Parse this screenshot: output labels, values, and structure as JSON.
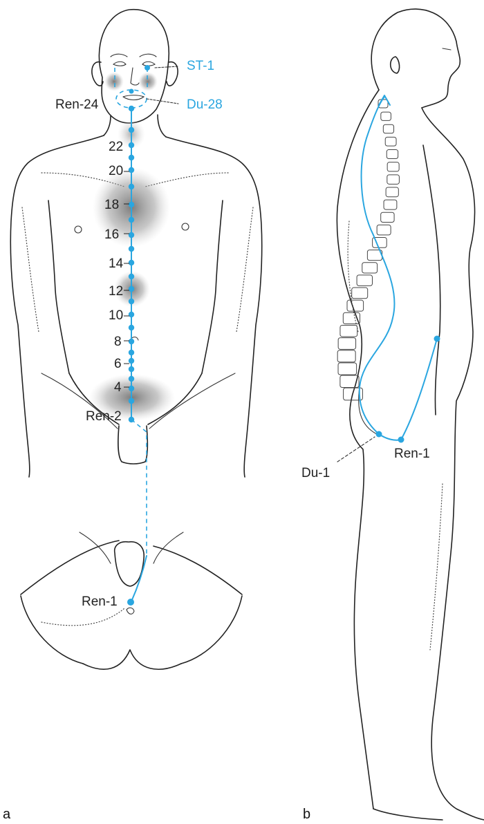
{
  "colors": {
    "meridian": "#2aa6e0",
    "outline": "#222222",
    "shade": "#7a7a7a"
  },
  "figure_a": {
    "panel_label": "a",
    "labels": {
      "st1": "ST-1",
      "du28": "Du-28",
      "ren24": "Ren-24",
      "ren2": "Ren-2",
      "ren1": "Ren-1"
    },
    "numbers": [
      "22",
      "20",
      "18",
      "16",
      "14",
      "12",
      "10",
      "8",
      "6",
      "4"
    ]
  },
  "figure_b": {
    "panel_label": "b",
    "labels": {
      "ren1": "Ren-1",
      "du1": "Du-1"
    }
  }
}
